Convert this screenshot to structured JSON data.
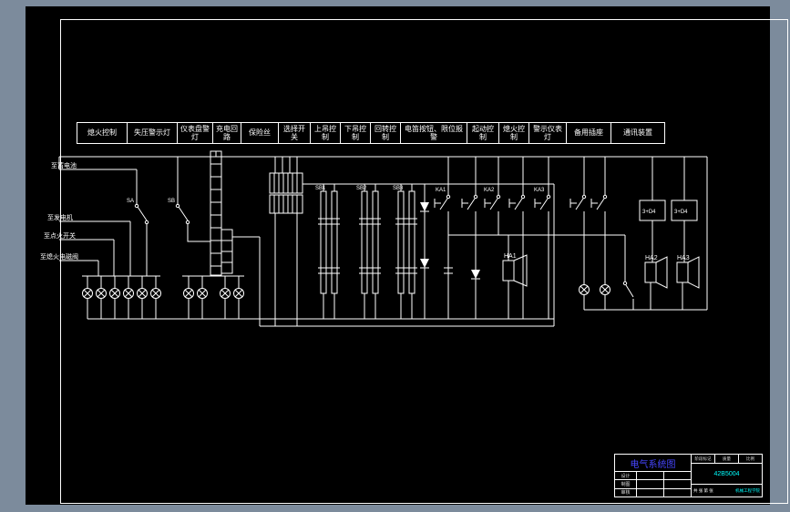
{
  "colors": {
    "background": "#7c8b9c",
    "canvas": "#000000",
    "line": "#ffffff",
    "title_blue": "#4646ff",
    "accent_cyan": "#00ffff"
  },
  "header_boxes": [
    "熄火控制",
    "失压警示灯",
    "仪表盘警灯",
    "充电回路",
    "保险丝",
    "选择开关",
    "上吊控制",
    "下吊控制",
    "回转控制",
    "电笛按钮、限位报警",
    "起动控制",
    "熄火控制",
    "警示仪表灯",
    "备用插座",
    "通讯装置"
  ],
  "side_labels": [
    "至蓄电池",
    "至发电机",
    "至点火开关",
    "至熄火电磁阀"
  ],
  "schematic": {
    "horns": [
      "HA1",
      "HA2",
      "HA3"
    ],
    "modules": [
      "3+D4",
      "3+D4"
    ],
    "refs": {
      "sa": "SA",
      "sb": "SB",
      "sb1": "SB1",
      "sb2": "SB2",
      "sb3": "SB3",
      "ka1": "KA1",
      "ka2": "KA2",
      "ka3": "KA3"
    }
  },
  "title_block": {
    "title": "电气系统图",
    "drawing_no": "42B5004",
    "org": "机械工程学院",
    "rows": [
      "设计",
      "制图",
      "审核"
    ],
    "right_labels": [
      "阶段标记",
      "质量",
      "比例"
    ],
    "sheet": "共 张 第 张"
  }
}
